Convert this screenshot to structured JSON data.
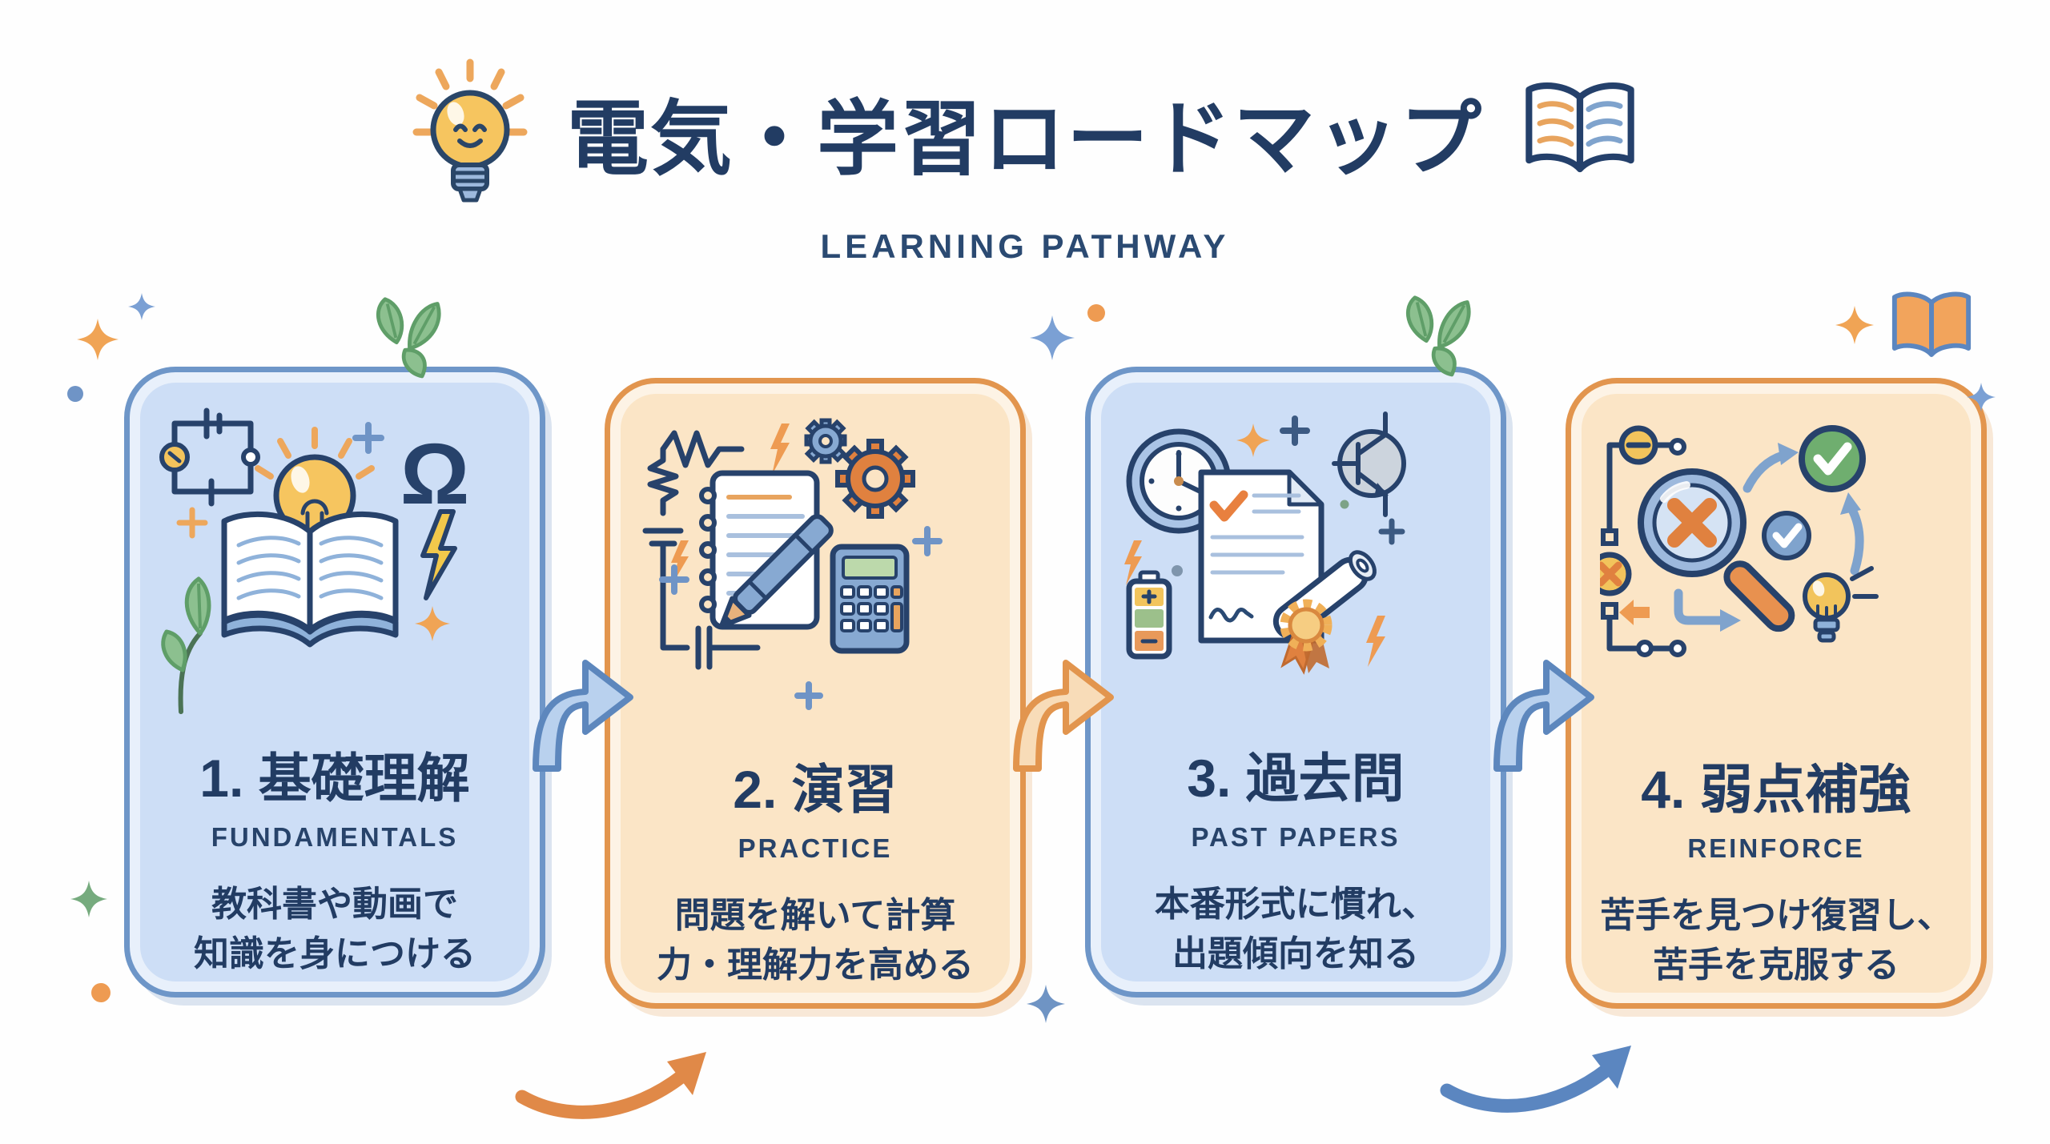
{
  "header": {
    "title": "電気・学習ロードマップ",
    "subtitle": "LEARNING PATHWAY",
    "icons": [
      "lightbulb-face-icon",
      "open-book-icon"
    ]
  },
  "cards": [
    {
      "title": "1. 基礎理解",
      "subtitle": "FUNDAMENTALS",
      "desc1": "教科書や動画で",
      "desc2": "知識を身につける",
      "theme": "blue",
      "omega": "Ω",
      "icons": [
        "circuit-loop-icon",
        "omega-symbol",
        "glowing-lightbulb-icon",
        "open-book-icon",
        "lightning-icon",
        "leaf-sprig-icon",
        "sparkle-icon",
        "plus-icon"
      ]
    },
    {
      "title": "2. 演習",
      "subtitle": "PRACTICE",
      "desc1": "問題を解いて計算",
      "desc2": "力・理解力を高める",
      "theme": "orange",
      "icons": [
        "resistor-circuit-icon",
        "notebook-icon",
        "pen-icon",
        "gear-small-icon",
        "gear-large-icon",
        "calculator-icon",
        "lightning-icon",
        "plus-icon"
      ]
    },
    {
      "title": "3. 過去問",
      "subtitle": "PAST PAPERS",
      "desc1": "本番形式に慣れ、",
      "desc2": "出題傾向を知る",
      "theme": "blue",
      "icons": [
        "clock-icon",
        "exam-paper-check-icon",
        "diploma-scroll-icon",
        "battery-icon",
        "transistor-icon",
        "sparkle-icon",
        "lightning-icon",
        "plus-icon"
      ]
    },
    {
      "title": "4. 弱点補強",
      "subtitle": "REINFORCE",
      "desc1": "苦手を見つけ復習し、",
      "desc2": "苦手を克服する",
      "theme": "orange",
      "icons": [
        "magnifier-x-icon",
        "green-check-circle-icon",
        "blue-check-circle-icon",
        "lightbulb-icon",
        "circuit-path-icon",
        "curved-arrow-icons",
        "left-arrow-icon"
      ]
    }
  ],
  "connectors": {
    "between_cards": [
      "blue-bent-arrow",
      "orange-bent-arrow",
      "blue-bent-arrow"
    ],
    "below_cards": [
      "orange-swoosh-arrow",
      "blue-swoosh-arrow"
    ]
  },
  "decorations": [
    "orange-sparkle",
    "blue-sparkle",
    "blue-dot",
    "green-leaves",
    "orange-dot",
    "green-sparkle",
    "open-book-deco"
  ],
  "palette": {
    "navy_text": "#223c63",
    "card_blue_fill": "#cddef6",
    "card_blue_border": "#6e96c8",
    "card_orange_fill": "#fbe5c6",
    "card_orange_border": "#e2954e",
    "arrow_blue": "#5d87bd",
    "arrow_blue_fill": "#b9d1ee",
    "arrow_orange": "#e2954e",
    "arrow_orange_fill": "#f8dcb8",
    "swoosh_orange": "#e08948",
    "swoosh_blue": "#5b86c0",
    "accent_yellow": "#f2c45c",
    "accent_orange": "#ee9b52",
    "check_green": "#6fae6f",
    "leaf_green": "#8cc08f"
  }
}
